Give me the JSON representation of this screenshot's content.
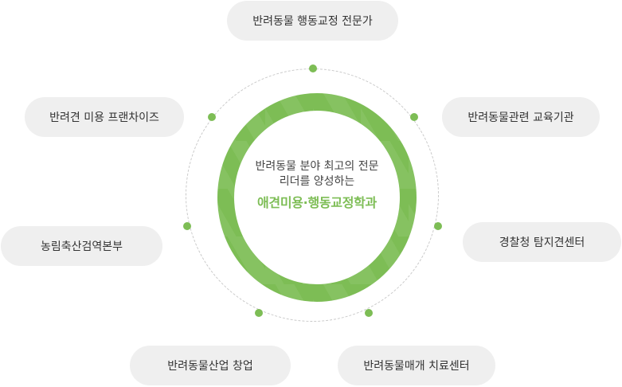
{
  "center": {
    "line1": "반려동물 분야 최고의 전문",
    "line2": "리더를 양성하는",
    "highlight": "애견미용·행동교정학과"
  },
  "items": [
    "반려동물 행동교정 전문가",
    "반려견 미용 프랜차이즈",
    "반려동물관련 교육기관",
    "농림축산검역본부",
    "경찰청 탐지견센터",
    "반려동물산업 창업",
    "반려동물매개 치료센터"
  ],
  "colors": {
    "accent": "#7dbd55",
    "pill_bg": "#efefef",
    "dotted": "#c9c9c9"
  }
}
